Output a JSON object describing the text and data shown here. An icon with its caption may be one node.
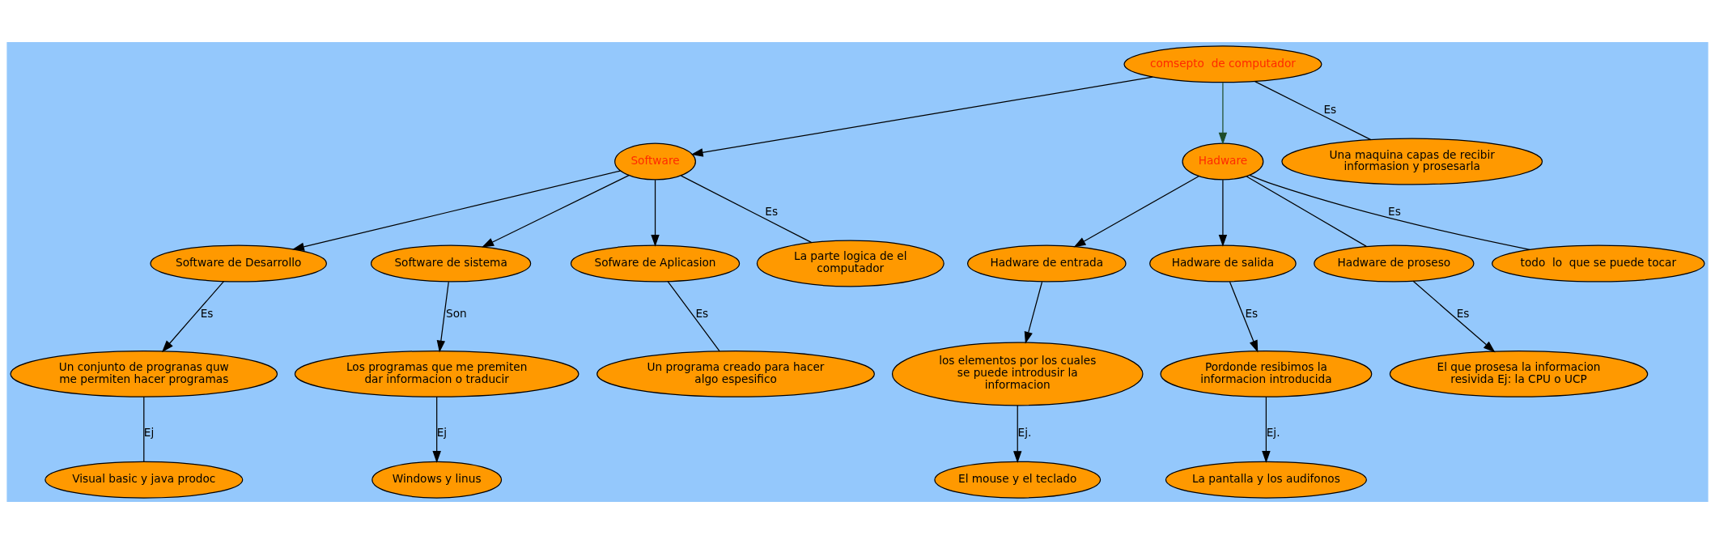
{
  "diagram": {
    "nodes": [
      {
        "text": [
          "comsepto  de computador"
        ]
      },
      {
        "text": [
          "Software"
        ]
      },
      {
        "text": [
          "Hadware"
        ]
      },
      {
        "text": [
          "Una maquina capas de recibir informasion y prosesarla"
        ]
      },
      {
        "text": [
          "Software de Desarrollo"
        ]
      },
      {
        "text": [
          "Software de sistema"
        ]
      },
      {
        "text": [
          "Sofware de Aplicasion"
        ]
      },
      {
        "text": [
          "La parte logica de el computador"
        ]
      },
      {
        "text": [
          "Un conjunto de progranas quw me permiten hacer programas"
        ]
      },
      {
        "text": [
          "Visual basic y java prodoc"
        ]
      },
      {
        "text": [
          "Los programas que me premiten dar informacion o traducir"
        ]
      },
      {
        "text": [
          "Windows y linus"
        ]
      },
      {
        "text": [
          "Un programa creado para hacer algo espesifico"
        ]
      },
      {
        "text": [
          "Hadware de entrada"
        ]
      },
      {
        "text": [
          "los elementos por los cuales se puede introdusir la informacion"
        ]
      },
      {
        "text": [
          "El mouse y el teclado"
        ]
      },
      {
        "text": [
          "Hadware de salida"
        ]
      },
      {
        "text": [
          "Pordonde resibimos la informacion introducida"
        ]
      },
      {
        "text": [
          "La pantalla y los audifonos"
        ]
      },
      {
        "text": [
          "Hadware de proseso"
        ]
      },
      {
        "text": [
          "El que prosesa la informacion resivida Ej: la CPU o UCP"
        ]
      },
      {
        "text": [
          "todo  lo  que se puede tocar"
        ]
      }
    ],
    "edges": [
      {
        "from": 0,
        "to": 1,
        "arrow": "to"
      },
      {
        "from": 0,
        "to": 2,
        "arrow": "to",
        "color": "#1f4d2a"
      },
      {
        "from": 0,
        "to": 3,
        "arrow": "none",
        "label": "Es"
      },
      {
        "from": 1,
        "to": 4,
        "arrow": "to"
      },
      {
        "from": 1,
        "to": 5,
        "arrow": "to"
      },
      {
        "from": 1,
        "to": 6,
        "arrow": "to"
      },
      {
        "from": 1,
        "to": 7,
        "arrow": "none",
        "label": "Es"
      },
      {
        "from": 4,
        "to": 8,
        "arrow": "to",
        "label": "Es"
      },
      {
        "from": 8,
        "to": 9,
        "arrow": "none",
        "label": "Ej"
      },
      {
        "from": 5,
        "to": 10,
        "arrow": "to",
        "label": "Son"
      },
      {
        "from": 10,
        "to": 11,
        "arrow": "to",
        "label": "Ej"
      },
      {
        "from": 6,
        "to": 12,
        "arrow": "none",
        "label": "Es"
      },
      {
        "from": 2,
        "to": 13,
        "arrow": "to"
      },
      {
        "from": 13,
        "to": 14,
        "arrow": "to"
      },
      {
        "from": 14,
        "to": 15,
        "arrow": "to",
        "label": "Ej."
      },
      {
        "from": 2,
        "to": 16,
        "arrow": "to"
      },
      {
        "from": 16,
        "to": 17,
        "arrow": "to",
        "label": "Es"
      },
      {
        "from": 17,
        "to": 18,
        "arrow": "to",
        "label": "Ej."
      },
      {
        "from": 2,
        "to": 19,
        "arrow": "none"
      },
      {
        "from": 19,
        "to": 20,
        "arrow": "to",
        "label": "Es"
      },
      {
        "from": 2,
        "to": 21,
        "arrow": "none",
        "label": "Es"
      }
    ]
  }
}
